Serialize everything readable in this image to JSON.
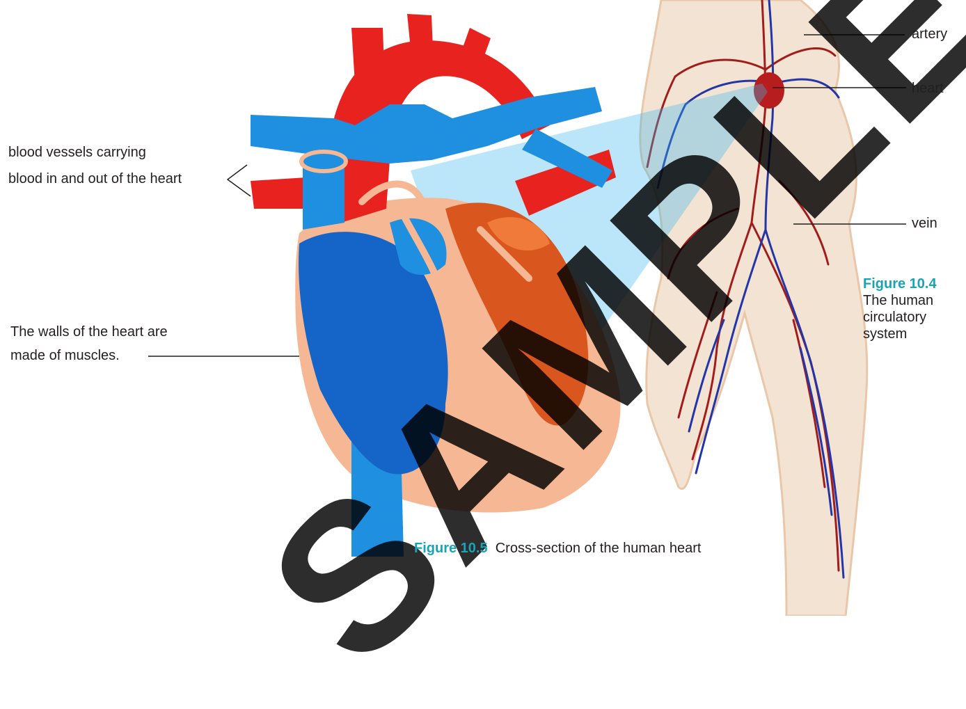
{
  "labels": {
    "blood_vessels_line1": "blood vessels carrying",
    "blood_vessels_line2": "blood in and out of the heart",
    "walls_line1": "The walls of the heart are",
    "walls_line2": "made of muscles.",
    "artery": "artery",
    "heart": "heart",
    "vein": "vein"
  },
  "figure_10_4": {
    "number": "Figure 10.4",
    "caption_line1": "The human",
    "caption_line2": "circulatory",
    "caption_line3": "system"
  },
  "figure_10_5": {
    "number": "Figure 10.5",
    "caption": "Cross-section of the human heart"
  },
  "watermark": "SAMPLE",
  "colors": {
    "artery_red": "#e8231f",
    "vein_blue": "#1f8fe0",
    "deep_blue": "#1565c8",
    "muscle_tan": "#f6b894",
    "ventricle_orange": "#d9571f",
    "figure_teal": "#1aa3b3",
    "body_outline": "#e9c7a8"
  }
}
